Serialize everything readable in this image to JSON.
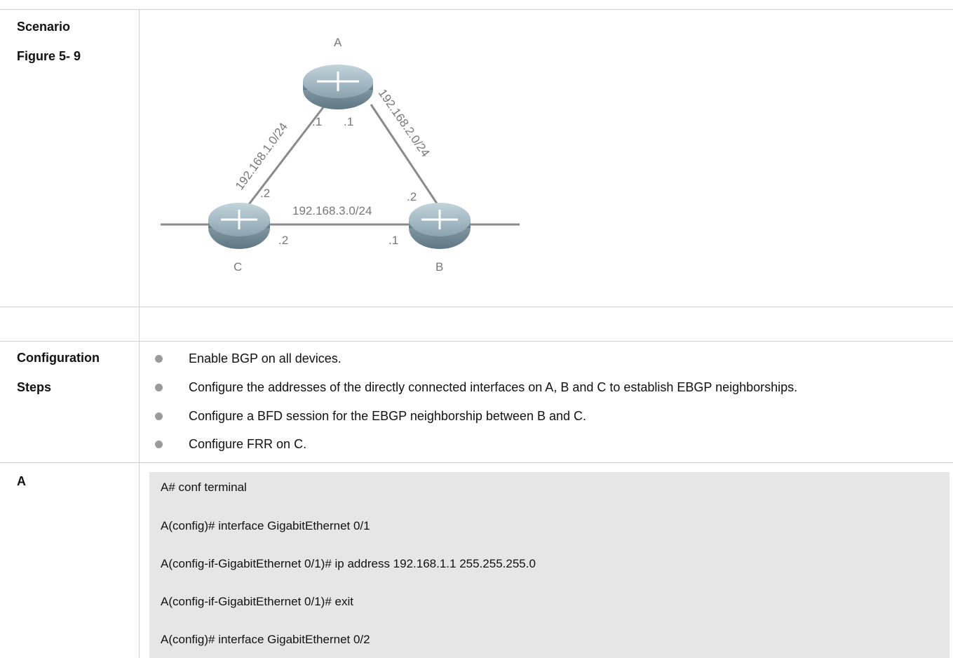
{
  "rows": {
    "scenario": {
      "label": "Scenario",
      "figure_label": "Figure 5- 9"
    },
    "configuration": {
      "label_line1": "Configuration",
      "label_line2": "Steps",
      "steps": [
        "Enable BGP on all devices.",
        "Configure the addresses of the directly connected interfaces on A, B and C to establish EBGP neighborships.",
        "Configure a BFD session for the EBGP neighborship between B and C.",
        "Configure FRR on C."
      ]
    },
    "device_a": {
      "label": "A",
      "code_lines": [
        "A# conf terminal",
        "A(config)# interface GigabitEthernet 0/1",
        "A(config-if-GigabitEthernet 0/1)# ip address 192.168.1.1 255.255.255.0",
        "A(config-if-GigabitEthernet 0/1)# exit",
        "A(config)# interface GigabitEthernet 0/2"
      ]
    }
  },
  "diagram": {
    "nodes": {
      "a": "A",
      "b": "B",
      "c": "C"
    },
    "links": {
      "ac": "192.168.1.0/24",
      "ab": "192.168.2.0/24",
      "bc": "192.168.3.0/24"
    },
    "interfaces": {
      "a_left": ".1",
      "a_right": ".1",
      "c_top": ".2",
      "c_right": ".2",
      "b_top": ".2",
      "b_left": ".1"
    },
    "colors": {
      "router_body": "#7f99a6",
      "router_top": "#a9c0cb",
      "link": "#8a8a8a"
    }
  }
}
